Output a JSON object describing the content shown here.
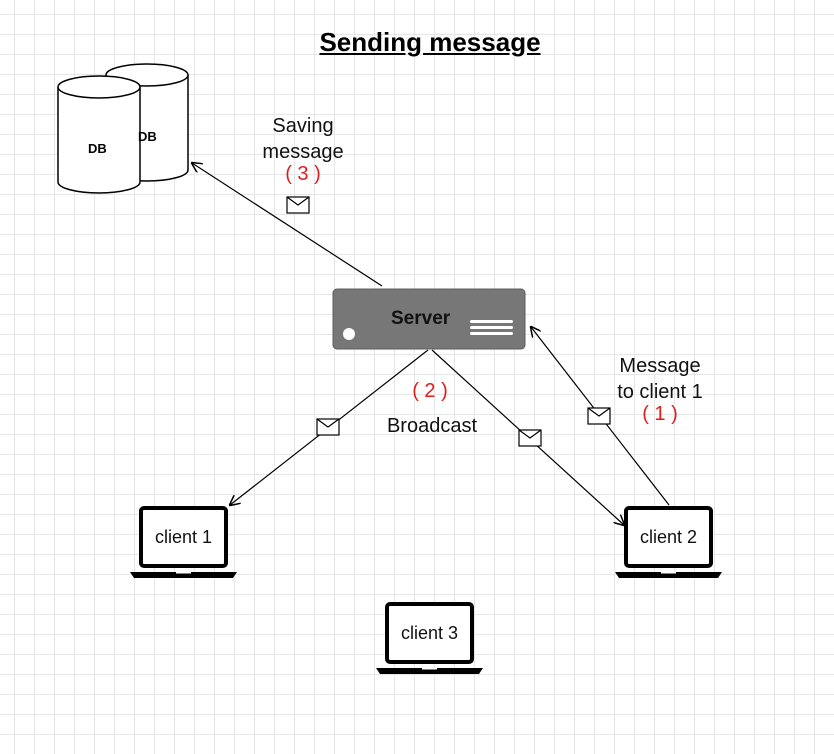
{
  "title": "Sending message",
  "db": {
    "back_label": "DB",
    "front_label": "DB"
  },
  "server": {
    "label": "Server"
  },
  "edges": {
    "saving": {
      "label_line1": "Saving",
      "label_line2": "message",
      "step": "( 3 )"
    },
    "broadcast": {
      "label": "Broadcast",
      "step": "( 2 )"
    },
    "to_client": {
      "label_line1": "Message",
      "label_line2": "to client 1",
      "step": "( 1 )"
    }
  },
  "clients": [
    {
      "label": "client 1"
    },
    {
      "label": "client 2"
    },
    {
      "label": "client 3"
    }
  ],
  "colors": {
    "step_number": "#e01e1e",
    "server_fill": "#777777",
    "grid": "#e6e6e6"
  }
}
